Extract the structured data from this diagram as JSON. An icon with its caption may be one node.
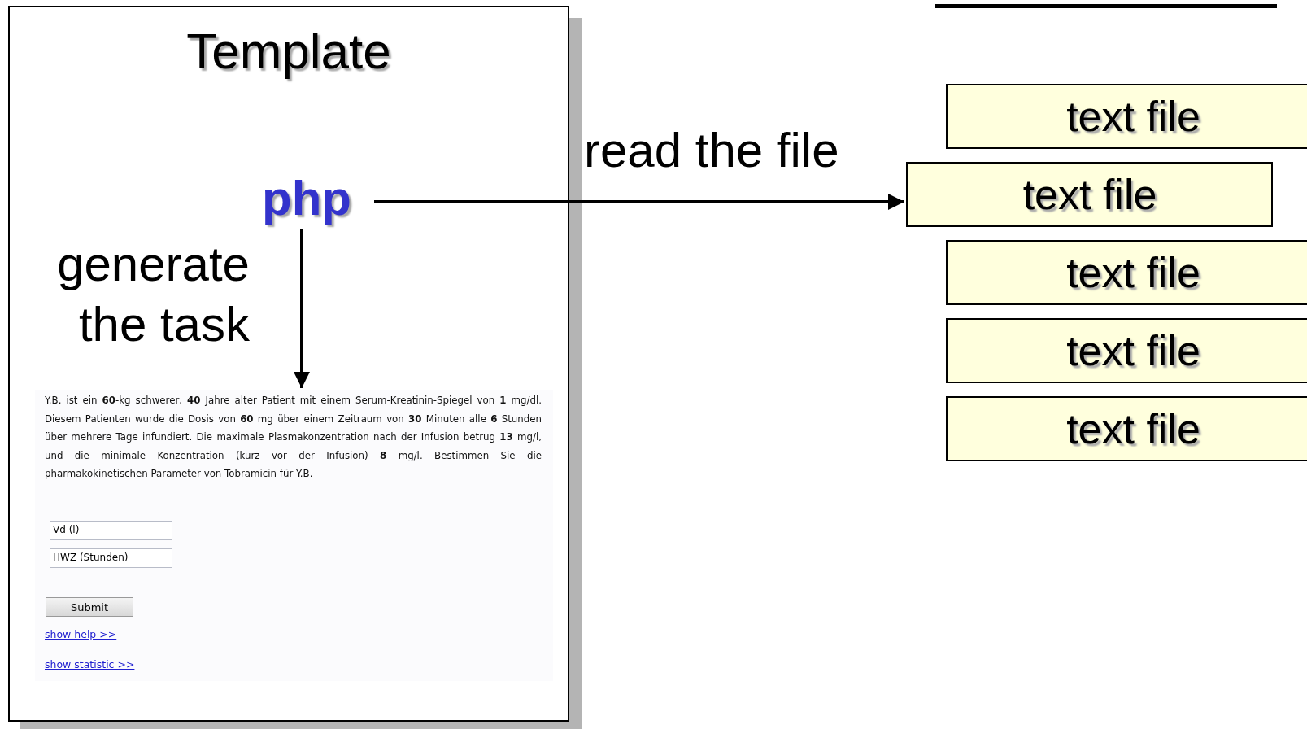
{
  "diagram": {
    "nodes": [
      {
        "text": [
          "Template"
        ]
      },
      {
        "text": [
          "php"
        ],
        "in": 0
      },
      {
        "text": [
          "Y.B. ist ein **60**-kg schwerer, **40** Jahre alter Patient mit einem Serum-Kreatinin-Spiegel von **1** mg/dl. Diesem Patienten wurde die Dosis von **60** mg über einem Zeitraum von **30** Minuten alle **6** Stunden über mehrere Tage infundiert. Die maximale Plasmakonzentration nach der Infusion betrug **13** mg/l, und die minimale Konzentration (kurz vor der Infusion) **8** mg/l. Bestimmen Sie die pharmakokinetischen Parameter von Tobramicin für Y.B."
        ],
        "in": 0
      },
      {
        "text": [
          "Vd (l)"
        ],
        "in": 2
      },
      {
        "text": [
          "HWZ (Stunden)"
        ],
        "in": 2
      },
      {
        "text": [
          "Submit"
        ],
        "in": 2
      },
      {
        "text": [
          "text file"
        ]
      },
      {
        "text": [
          "text file"
        ]
      },
      {
        "text": [
          "text file"
        ]
      },
      {
        "text": [
          "text file"
        ]
      },
      {
        "text": [
          "text file"
        ]
      }
    ],
    "edges": [
      {
        "from": 1,
        "to": 7,
        "arrow": "to",
        "label": "read the file"
      },
      {
        "from": 1,
        "to": 2,
        "arrow": "to",
        "label": "generate the task"
      }
    ],
    "labels": [
      "show help >>",
      "show statistic >>"
    ]
  }
}
